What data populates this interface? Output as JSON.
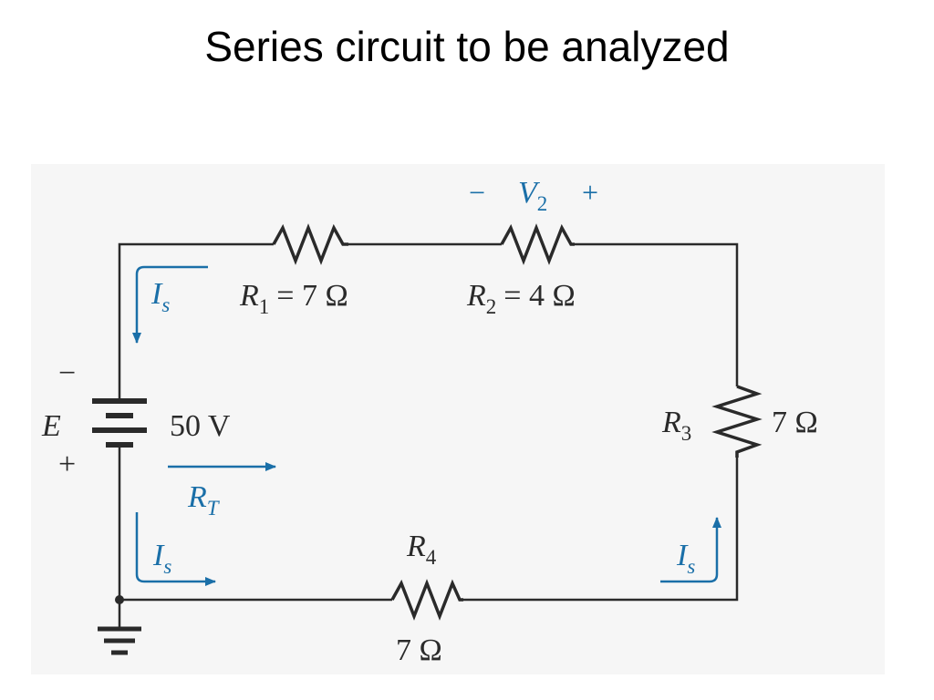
{
  "title": "Series circuit to be analyzed",
  "colors": {
    "wire": "#2a2a2a",
    "accent": "#1a6fa8",
    "panel": "#f6f6f6"
  },
  "source": {
    "symbol": "E",
    "value": "50 V",
    "minus": "−",
    "plus": "+"
  },
  "resistors": {
    "r1": {
      "symbol": "R",
      "sub": "1",
      "eq": "= 7 Ω"
    },
    "r2": {
      "symbol": "R",
      "sub": "2",
      "eq": "= 4 Ω"
    },
    "r3": {
      "symbol": "R",
      "sub": "3",
      "value": "7 Ω"
    },
    "r4": {
      "symbol": "R",
      "sub": "4",
      "value": "7 Ω"
    }
  },
  "v2": {
    "minus": "−",
    "symbol": "V",
    "sub": "2",
    "plus": "+"
  },
  "current": {
    "symbol": "I",
    "sub": "s"
  },
  "rt": {
    "symbol": "R",
    "sub": "T"
  }
}
